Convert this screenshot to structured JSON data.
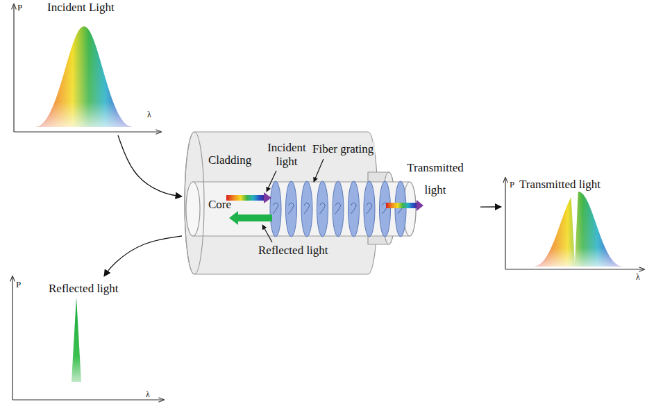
{
  "diagram": {
    "nodes": [
      {
        "text": [
          "P",
          "Incident Light",
          "λ"
        ]
      },
      {
        "text": [
          "Cladding",
          "Core",
          "Incident light",
          "Fiber grating",
          "Reflected light",
          "Transmitted light"
        ]
      },
      {
        "text": [
          "P",
          "Transmitted light",
          "λ"
        ]
      },
      {
        "text": [
          "P",
          "Reflected light",
          "λ"
        ]
      }
    ],
    "edges": [
      {
        "from": 0,
        "to": 1,
        "arrow": "to"
      },
      {
        "from": 1,
        "to": 2,
        "arrow": "to"
      },
      {
        "from": 1,
        "to": 3,
        "arrow": "to"
      }
    ]
  }
}
